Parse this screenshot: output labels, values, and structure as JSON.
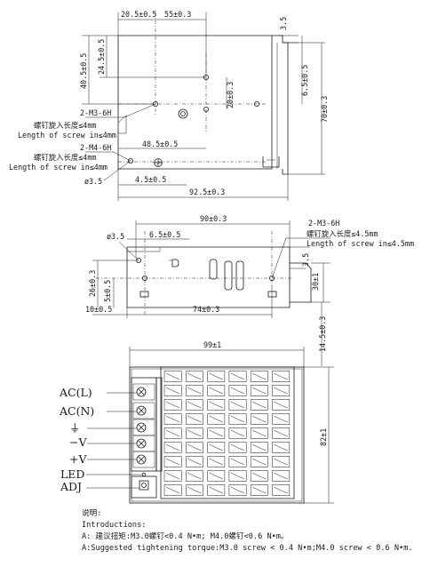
{
  "top_view": {
    "dims": {
      "d_20_5": "20.5±0.5",
      "d_55": "55±0.3",
      "d_3_5_top": "3.5",
      "d_40_5": "40.5±0.5",
      "d_24_5": "24.5±0.5",
      "d_6_5": "6.5±0.5",
      "d_70": "70±0.3",
      "d_20": "20±0.3",
      "d_48_5": "48.5±0.5",
      "d_4_5": "4.5±0.5",
      "d_92_5": "92.5±0.3",
      "d_hole": "ø3.5"
    },
    "notes": {
      "m3_label": "2-M3-6H",
      "m3_cn": "螺钉旋入长度≤4mm",
      "m3_en": "Length of screw in≤4mm",
      "m4_label": "2-M4-6H",
      "m4_cn": "螺钉旋入长度≤4mm",
      "m4_en": "Length of screw in≤4mm"
    }
  },
  "side_view": {
    "dims": {
      "d_90": "90±0.3",
      "d_hole": "ø3.5",
      "d_6_5": "6.5±0.5",
      "d_3_5": "3.5",
      "d_26": "26±0.3",
      "d_5": "5±0.5",
      "d_30": "30±1",
      "d_10": "10±0.5",
      "d_74": "74±0.3",
      "d_14_5": "14.5±0.3"
    },
    "notes": {
      "m3_label": "2-M3-6H",
      "m3_cn": "螺钉旋入长度≤4.5mm",
      "m3_en": "Length of screw in≤4.5mm"
    }
  },
  "front_view": {
    "dims": {
      "d_99": "99±1",
      "d_82": "82±1"
    },
    "terminals": [
      "AC(L)",
      "AC(N)",
      "⏚",
      "−V",
      "+V",
      "LED",
      "ADJ"
    ]
  },
  "introductions": {
    "title_cn": "说明:",
    "title_en": "Introductions:",
    "line_cn": "A: 建议扭矩:M3.0螺钉<0.4 N•m; M4.0螺钉<0.6 N•m。",
    "line_en": "A:Suggested tightening torque:M3.0 screw < 0.4 N•m;M4.0 screw < 0.6 N•m."
  }
}
